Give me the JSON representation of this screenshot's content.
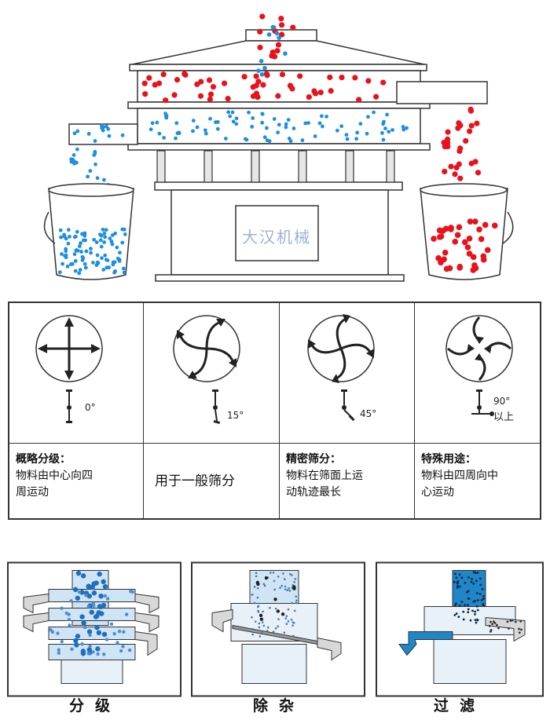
{
  "machine": {
    "brand_watermark": "大汉机械",
    "colors": {
      "fine_particle": "#1e8fe0",
      "coarse_particle": "#e8121c",
      "outline": "#333333"
    }
  },
  "motion_patterns": [
    {
      "angle": "0°",
      "title": "概略分级：",
      "lines": [
        "物料由中心向四",
        "周运动"
      ]
    },
    {
      "angle": "15°",
      "title": "",
      "lines": [
        "用于一般筛分"
      ]
    },
    {
      "angle": "45°",
      "title": "精密筛分：",
      "lines": [
        "物料在筛面上运",
        "动轨迹最长"
      ]
    },
    {
      "angle": "90°",
      "angle_note": "以上",
      "title": "特殊用途：",
      "lines": [
        "物料由四周向中",
        "心运动"
      ]
    }
  ],
  "applications": [
    {
      "label": "分级"
    },
    {
      "label": "除杂"
    },
    {
      "label": "过滤"
    }
  ]
}
